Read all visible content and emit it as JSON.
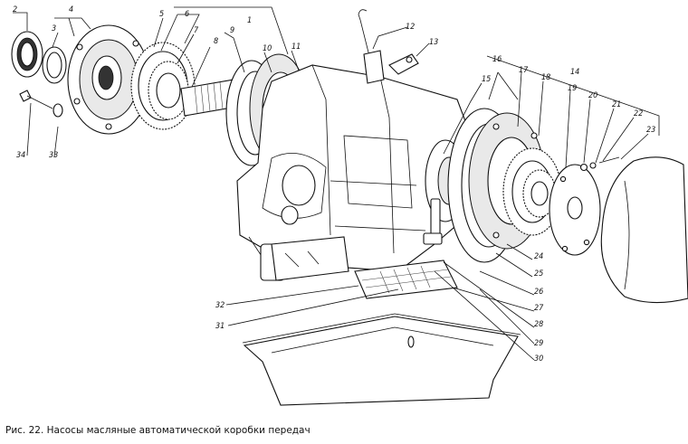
{
  "caption": "Рис. 22. Насосы масляные автоматической коробки передач",
  "callouts": {
    "n1": "1",
    "n2": "2",
    "n3": "3",
    "n4": "4",
    "n5": "5",
    "n6": "6",
    "n7": "7",
    "n8": "8",
    "n9": "9",
    "n10": "10",
    "n11": "11",
    "n12": "12",
    "n13": "13",
    "n14": "14",
    "n15": "15",
    "n16": "16",
    "n17": "17",
    "n18": "18",
    "n19": "19",
    "n20": "20",
    "n21": "21",
    "n22": "22",
    "n23": "23",
    "n24": "24",
    "n25": "25",
    "n26": "26",
    "n27": "27",
    "n28": "28",
    "n29": "29",
    "n30": "30",
    "n31": "31",
    "n32": "32",
    "n33": "33",
    "n34": "34"
  }
}
